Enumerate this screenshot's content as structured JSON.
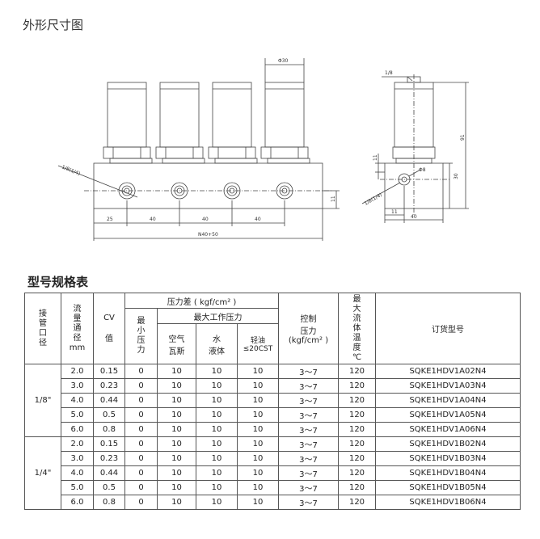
{
  "outline": {
    "title": "外形尺寸图",
    "front": {
      "port_label": "1/8(1/4)",
      "dia_label": "Φ30",
      "dims": [
        "25",
        "40",
        "40",
        "40"
      ],
      "total": "N40+50",
      "height": "11"
    },
    "side": {
      "top_label": "1/8",
      "height_total": "91",
      "height_mid": "30",
      "dim_top": "11",
      "dia_label": "Φ8",
      "port_label": "1/8(1/4)",
      "dim_bottom_small": "11",
      "width": "40"
    }
  },
  "spec": {
    "title": "型号规格表",
    "headers": {
      "pipe": "接管口径",
      "flow": "流量通径",
      "flow_unit": "mm",
      "cv": "CV",
      "cv_sub": "值",
      "pressure_diff": "压力差 ( kgf/cm² )",
      "min_pressure": "最小压力",
      "max_pressure": "最大工作压力",
      "air": "空气\n瓦斯",
      "water": "水\n液体",
      "oil": "轻油\n≤20CST",
      "control": "控制\n压力\n(kgf/cm² )",
      "max_temp": "最大流体温度",
      "temp_unit": "℃",
      "order": "订货型号"
    },
    "groups": [
      {
        "pipe": "1/8\"",
        "rows": [
          {
            "flow": "2.0",
            "cv": "0.15",
            "min": "0",
            "air": "10",
            "water": "10",
            "oil": "10",
            "ctrl": "3～7",
            "temp": "120",
            "model": "SQKE1HDV1A02N4"
          },
          {
            "flow": "3.0",
            "cv": "0.23",
            "min": "0",
            "air": "10",
            "water": "10",
            "oil": "10",
            "ctrl": "3～7",
            "temp": "120",
            "model": "SQKE1HDV1A03N4"
          },
          {
            "flow": "4.0",
            "cv": "0.44",
            "min": "0",
            "air": "10",
            "water": "10",
            "oil": "10",
            "ctrl": "3～7",
            "temp": "120",
            "model": "SQKE1HDV1A04N4"
          },
          {
            "flow": "5.0",
            "cv": "0.5",
            "min": "0",
            "air": "10",
            "water": "10",
            "oil": "10",
            "ctrl": "3～7",
            "temp": "120",
            "model": "SQKE1HDV1A05N4"
          },
          {
            "flow": "6.0",
            "cv": "0.8",
            "min": "0",
            "air": "10",
            "water": "10",
            "oil": "10",
            "ctrl": "3～7",
            "temp": "120",
            "model": "SQKE1HDV1A06N4"
          }
        ]
      },
      {
        "pipe": "1/4\"",
        "rows": [
          {
            "flow": "2.0",
            "cv": "0.15",
            "min": "0",
            "air": "10",
            "water": "10",
            "oil": "10",
            "ctrl": "3～7",
            "temp": "120",
            "model": "SQKE1HDV1B02N4"
          },
          {
            "flow": "3.0",
            "cv": "0.23",
            "min": "0",
            "air": "10",
            "water": "10",
            "oil": "10",
            "ctrl": "3～7",
            "temp": "120",
            "model": "SQKE1HDV1B03N4"
          },
          {
            "flow": "4.0",
            "cv": "0.44",
            "min": "0",
            "air": "10",
            "water": "10",
            "oil": "10",
            "ctrl": "3～7",
            "temp": "120",
            "model": "SQKE1HDV1B04N4"
          },
          {
            "flow": "5.0",
            "cv": "0.5",
            "min": "0",
            "air": "10",
            "water": "10",
            "oil": "10",
            "ctrl": "3～7",
            "temp": "120",
            "model": "SQKE1HDV1B05N4"
          },
          {
            "flow": "6.0",
            "cv": "0.8",
            "min": "0",
            "air": "10",
            "water": "10",
            "oil": "10",
            "ctrl": "3～7",
            "temp": "120",
            "model": "SQKE1HDV1B06N4"
          }
        ]
      }
    ]
  }
}
